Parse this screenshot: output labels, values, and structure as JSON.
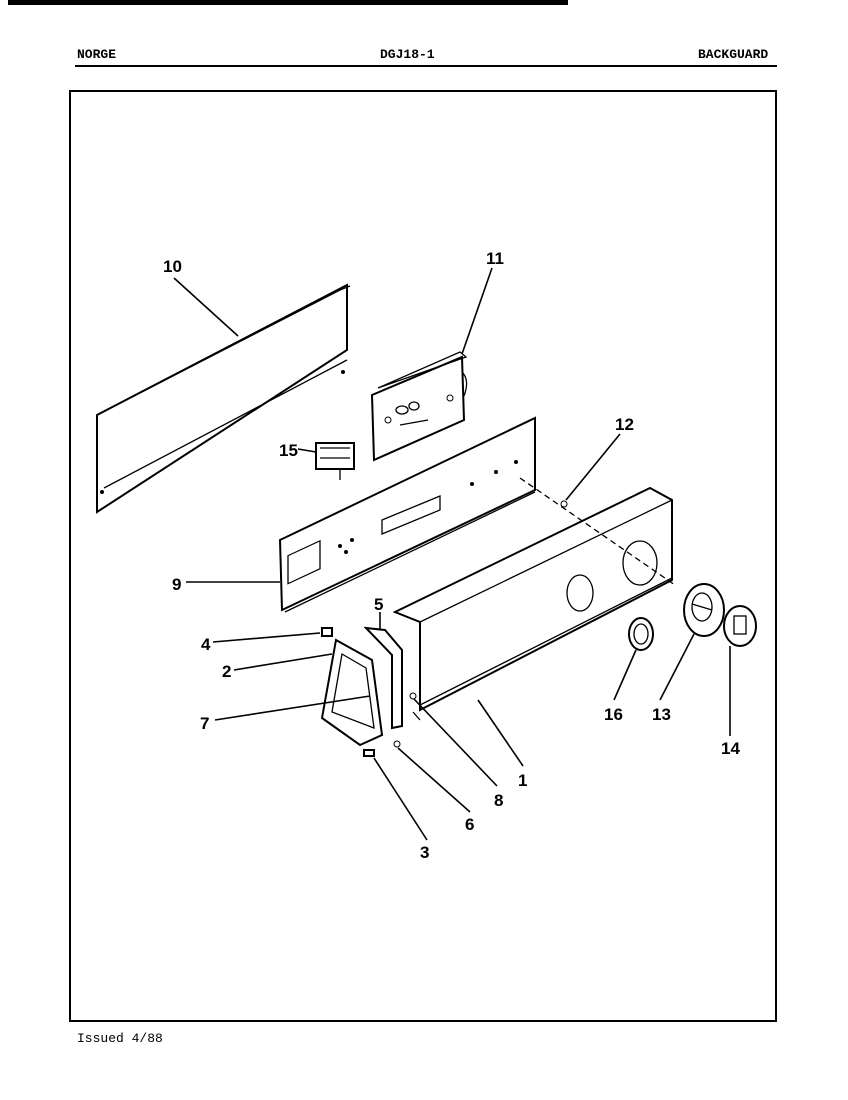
{
  "header": {
    "left": "NORGE",
    "center": "DGJ18-1",
    "right": "BACKGUARD"
  },
  "footer": {
    "issued": "Issued 4/88"
  },
  "callouts": [
    {
      "id": "1",
      "label": "1"
    },
    {
      "id": "2",
      "label": "2"
    },
    {
      "id": "3",
      "label": "3"
    },
    {
      "id": "4",
      "label": "4"
    },
    {
      "id": "5",
      "label": "5"
    },
    {
      "id": "6",
      "label": "6"
    },
    {
      "id": "7",
      "label": "7"
    },
    {
      "id": "8",
      "label": "8"
    },
    {
      "id": "9",
      "label": "9"
    },
    {
      "id": "10",
      "label": "10"
    },
    {
      "id": "11",
      "label": "11"
    },
    {
      "id": "12",
      "label": "12"
    },
    {
      "id": "13",
      "label": "13"
    },
    {
      "id": "14",
      "label": "14"
    },
    {
      "id": "15",
      "label": "15"
    },
    {
      "id": "16",
      "label": "16"
    }
  ]
}
